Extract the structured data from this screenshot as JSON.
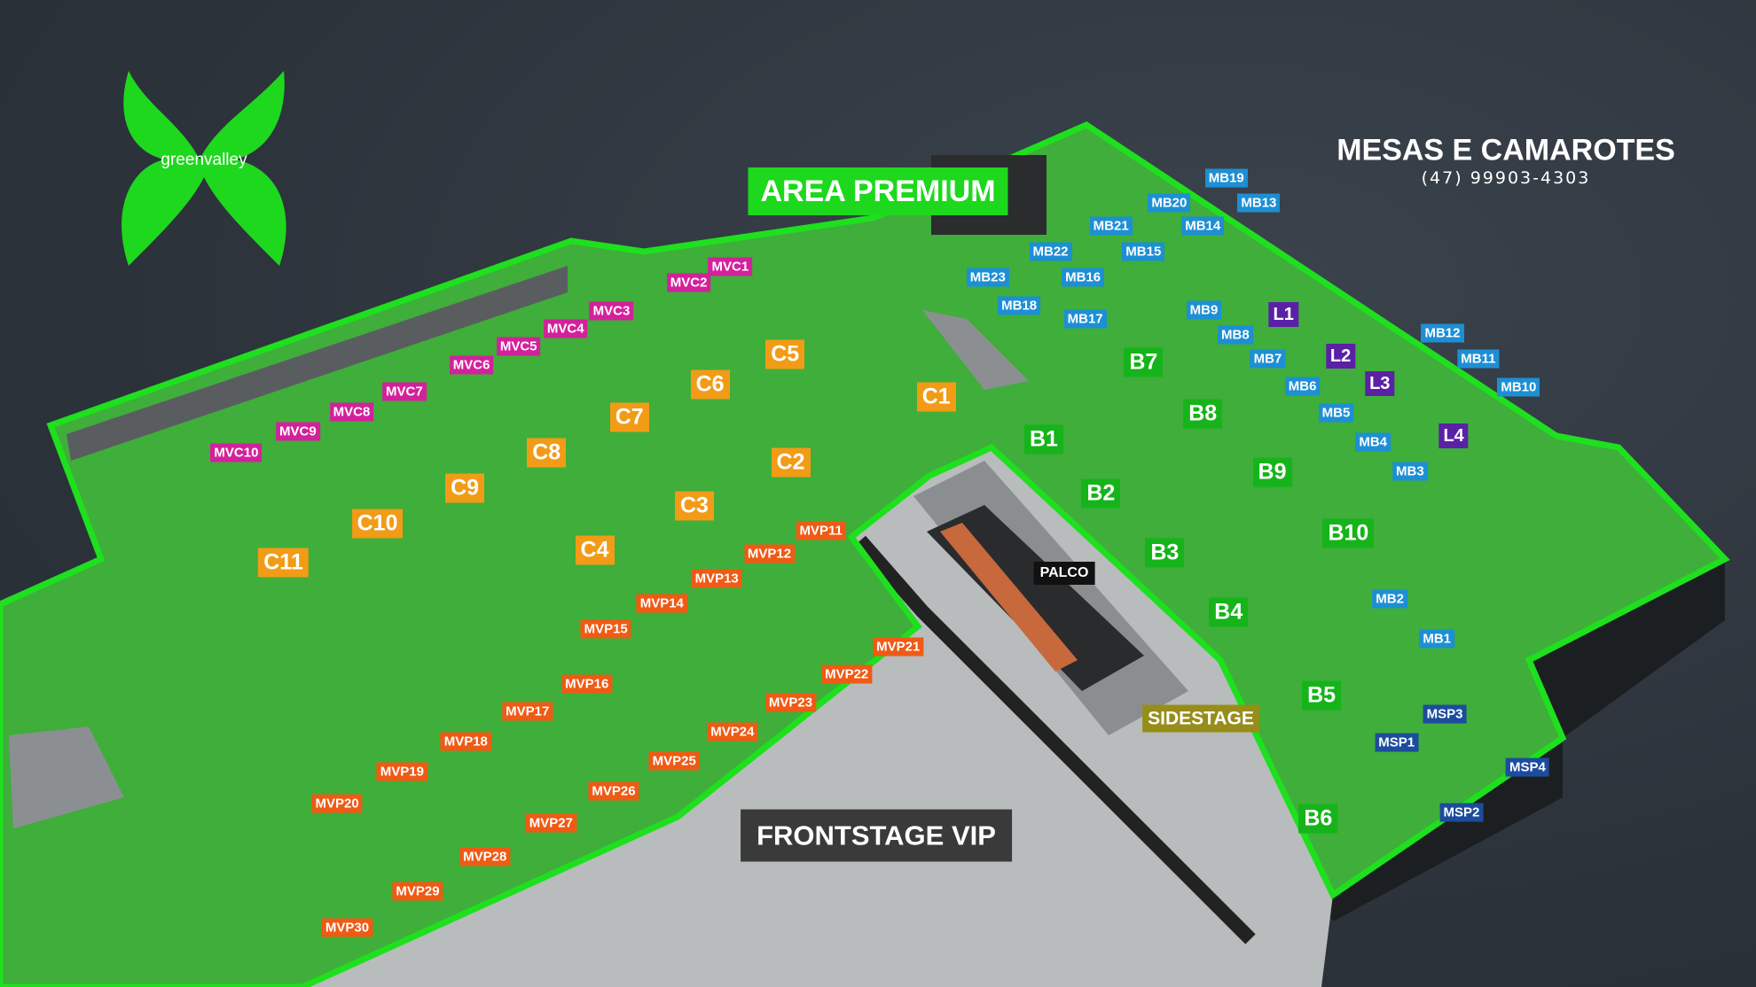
{
  "brand": {
    "name": "greenvalley"
  },
  "header": {
    "title": "MESAS E CAMAROTES",
    "phone": "(47) 99903-4303"
  },
  "areas": {
    "premium": "AREA PREMIUM",
    "frontstage": "FRONTSTAGE VIP",
    "sidestage": "SIDESTAGE",
    "stage": "PALCO"
  },
  "labels": {
    "mvc": [
      "MVC1",
      "MVC2",
      "MVC3",
      "MVC4",
      "MVC5",
      "MVC6",
      "MVC7",
      "MVC8",
      "MVC9",
      "MVC10"
    ],
    "c": [
      "C1",
      "C2",
      "C3",
      "C4",
      "C5",
      "C6",
      "C7",
      "C8",
      "C9",
      "C10",
      "C11"
    ],
    "mvp": [
      "MVP11",
      "MVP12",
      "MVP13",
      "MVP14",
      "MVP15",
      "MVP16",
      "MVP17",
      "MVP18",
      "MVP19",
      "MVP20",
      "MVP21",
      "MVP22",
      "MVP23",
      "MVP24",
      "MVP25",
      "MVP26",
      "MVP27",
      "MVP28",
      "MVP29",
      "MVP30"
    ],
    "mb": [
      "MB1",
      "MB2",
      "MB3",
      "MB4",
      "MB5",
      "MB6",
      "MB7",
      "MB8",
      "MB9",
      "MB10",
      "MB11",
      "MB12",
      "MB13",
      "MB14",
      "MB15",
      "MB16",
      "MB17",
      "MB18",
      "MB19",
      "MB20",
      "MB21",
      "MB22",
      "MB23"
    ],
    "msp": [
      "MSP1",
      "MSP2",
      "MSP3",
      "MSP4"
    ],
    "l": [
      "L1",
      "L2",
      "L3",
      "L4"
    ],
    "b": [
      "B1",
      "B2",
      "B3",
      "B4",
      "B5",
      "B6",
      "B7",
      "B8",
      "B9",
      "B10"
    ]
  },
  "colors": {
    "floor": "#3fae3a",
    "border": "#1ee01e",
    "mvc": "#d3219b",
    "c": "#f29b16",
    "mvp": "#ef5a14",
    "mb": "#1d8fd4",
    "msp": "#1c4c9c",
    "l": "#5a21a6",
    "b": "#16b41a"
  }
}
